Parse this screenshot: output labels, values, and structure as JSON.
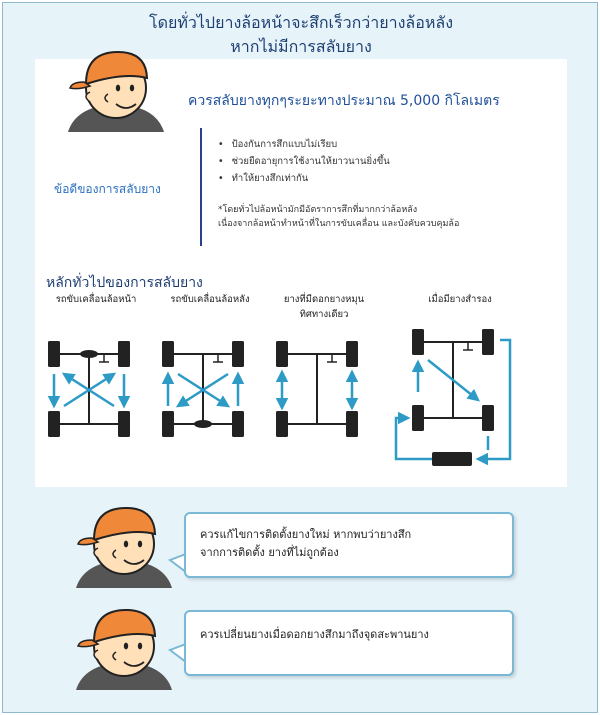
{
  "title_line1": "โดยทั่วไปยางล้อหน้าจะสึกเร็วกว่ายางล้อหลัง",
  "title_line2": "หากไม่มีการสลับยาง",
  "rotation_advice": "ควรสลับยางทุกๆระยะทางประมาณ 5,000 กิโลเมตร",
  "benefits": {
    "label": "ข้อดีของการสลับยาง",
    "items": [
      "ป้องกันการสึกแบบไม่เรียบ",
      "ช่วยยืดอายุการใช้งานให้ยาวนานยิ่งขึ้น",
      "ทำให้ยางสึกเท่ากัน"
    ],
    "note_line1": "*โดยทั่วไปล้อหน้ามักมีอัตราการสึกที่มากกว่าล้อหลัง",
    "note_line2": "เนื่องจากล้อหน้าทำหน้าที่ในการขับเคลื่อน และบังคับควบคุมล้อ"
  },
  "principles": {
    "title": "หลักทั่วไปของการสลับยาง",
    "diagrams": [
      {
        "label_line1": "รถขับเคลื่อนล้อหน้า",
        "label_line2": ""
      },
      {
        "label_line1": "รถขับเคลื่อนล้อหลัง",
        "label_line2": ""
      },
      {
        "label_line1": "ยางที่มีดอกยางหมุน",
        "label_line2": "ทิศทางเดียว"
      },
      {
        "label_line1": "เมื่อมียางสำรอง",
        "label_line2": ""
      }
    ]
  },
  "bubble1": {
    "line1": "ควรแก้ไขการติดตั้งยางใหม่ หากพบว่ายางสึก",
    "line2": "จากการติดตั้ง ยางที่ไม่ถูกต้อง"
  },
  "bubble2": {
    "line1": "ควรเปลี่ยนยางเมื่อดอกยางสึกมาถึงจุดสะพานยาง"
  },
  "colors": {
    "title": "#1f3f73",
    "accent": "#2a6fc0",
    "arrow": "#2d9bc6",
    "tire": "#222222",
    "face": "#ffe0b8",
    "cap": "#f0883a"
  }
}
